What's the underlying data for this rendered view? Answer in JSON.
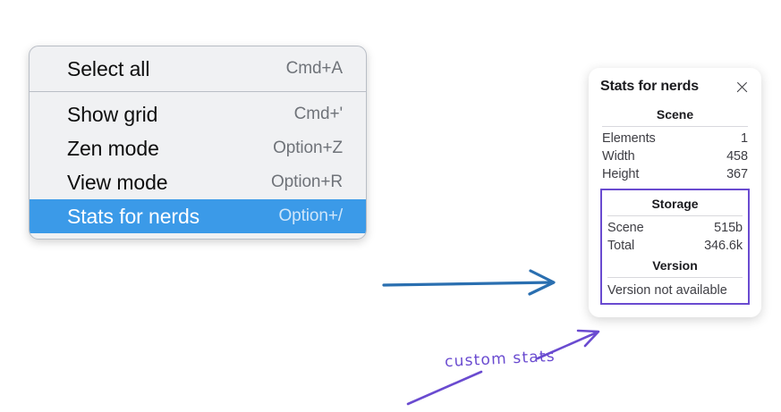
{
  "context_menu": {
    "groups": [
      {
        "items": [
          {
            "label": "Select all",
            "shortcut": "Cmd+A",
            "selected": false
          }
        ]
      },
      {
        "items": [
          {
            "label": "Show grid",
            "shortcut": "Cmd+'",
            "selected": false
          },
          {
            "label": "Zen mode",
            "shortcut": "Option+Z",
            "selected": false
          },
          {
            "label": "View mode",
            "shortcut": "Option+R",
            "selected": false
          },
          {
            "label": "Stats for nerds",
            "shortcut": "Option+/",
            "selected": true
          }
        ]
      }
    ],
    "highlight_color": "#3b9ae8"
  },
  "stats_panel": {
    "title": "Stats for nerds",
    "close_icon": "close-icon",
    "scene": {
      "heading": "Scene",
      "rows": [
        {
          "key": "Elements",
          "value": "1"
        },
        {
          "key": "Width",
          "value": "458"
        },
        {
          "key": "Height",
          "value": "367"
        }
      ]
    },
    "storage": {
      "heading": "Storage",
      "rows": [
        {
          "key": "Scene",
          "value": "515b"
        },
        {
          "key": "Total",
          "value": "346.6k"
        }
      ]
    },
    "version": {
      "heading": "Version",
      "text": "Version not available"
    },
    "highlight_border_color": "#6a4bd0"
  },
  "annotations": {
    "handwritten_label": "custom stats",
    "arrow_blue_color": "#2a6fb0",
    "arrow_purple_color": "#6a4bd0"
  }
}
